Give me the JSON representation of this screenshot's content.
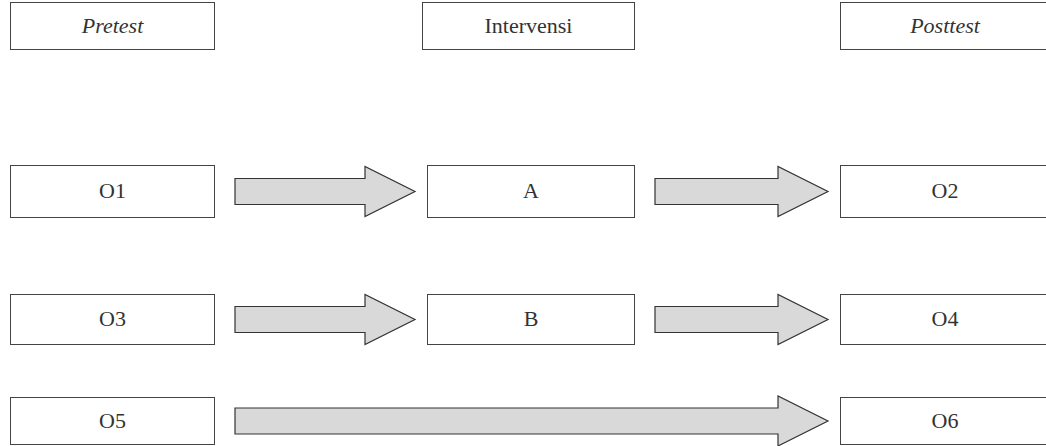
{
  "diagram": {
    "nodes": [
      {
        "text": [
          "Pretest"
        ]
      },
      {
        "text": [
          "Intervensi"
        ]
      },
      {
        "text": [
          "Posttest"
        ]
      },
      {
        "text": [
          "O1"
        ]
      },
      {
        "text": [
          "A"
        ]
      },
      {
        "text": [
          "O2"
        ]
      },
      {
        "text": [
          "O3"
        ]
      },
      {
        "text": [
          "B"
        ]
      },
      {
        "text": [
          "O4"
        ]
      },
      {
        "text": [
          "O5"
        ]
      },
      {
        "text": [
          "O6"
        ]
      }
    ],
    "edges": [
      {
        "from": 3,
        "to": 4,
        "arrow": "to"
      },
      {
        "from": 4,
        "to": 5,
        "arrow": "to"
      },
      {
        "from": 6,
        "to": 7,
        "arrow": "to"
      },
      {
        "from": 7,
        "to": 8,
        "arrow": "to"
      },
      {
        "from": 9,
        "to": 10,
        "arrow": "to"
      }
    ]
  }
}
